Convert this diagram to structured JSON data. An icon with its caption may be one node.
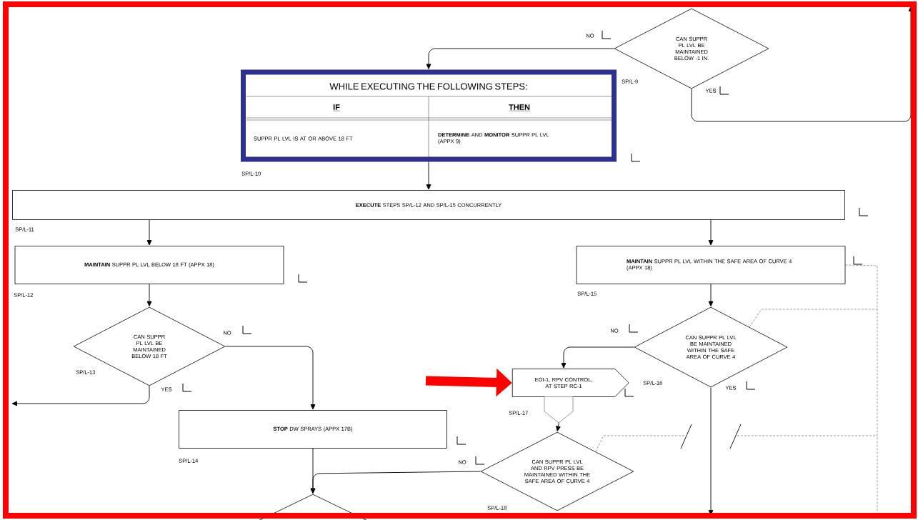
{
  "diagram": {
    "nodes": [
      {
        "text": [
          "CAN SUPPR PL LVL BE MAINTAINED BELOW -1 IN."
        ],
        "beside": [
          "SP/L-9"
        ]
      },
      {
        "text": [
          "WHILE EXECUTING THE FOLLOWING STEPS:",
          "IF",
          "THEN",
          "SUPPR PL LVL IS AT OR ABOVE 18 FT",
          "**DETERMINE** AND **MONITOR** SUPPR PL LVL (APPX 9)"
        ],
        "beside": [
          "SP/L-10"
        ]
      },
      {
        "text": [
          "**EXECUTE** STEPS SP/L-12 AND SP/L-15 CONCURRENTLY"
        ],
        "beside": [
          "SP/L-11"
        ]
      },
      {
        "text": [
          "**MAINTAIN** SUPPR PL LVL BELOW 18 FT (APPX 18)"
        ],
        "beside": [
          "SP/L-12"
        ]
      },
      {
        "text": [
          "CAN SUPPR PL LVL BE MAINTAINED BELOW 18 FT"
        ],
        "beside": [
          "SP/L-13"
        ]
      },
      {
        "text": [
          "**STOP** DW SPRAYS (APPX 17B)"
        ],
        "beside": [
          "SP/L-14"
        ]
      },
      {
        "text": [],
        "shape": "diamond"
      },
      {
        "text": [
          "**MAINTAIN** SUPPR PL LVL WITHIN THE SAFE AREA OF CURVE 4 (APPX 18)"
        ],
        "beside": [
          "SP/L-15"
        ]
      },
      {
        "text": [
          "CAN SUPPR PL LVL BE MAINTAINED WITHIN THE SAFE AREA OF CURVE 4"
        ],
        "beside": [
          "SP/L-16"
        ]
      },
      {
        "text": [
          "EOI-1, RPV CONTROL, AT STEP RC-1"
        ],
        "beside": [
          "SP/L-17"
        ]
      },
      {
        "text": [
          "CAN SUPPR PL LVL AND RPV PRESS BE MAINTAINED WITHIN THE SAFE AREA OF CURVE 4"
        ],
        "beside": [
          "SP/L-18"
        ]
      }
    ],
    "edges": [
      {
        "from": 0,
        "to": 1,
        "arrow": "to",
        "label": "NO"
      },
      {
        "from": 0,
        "to": null,
        "arrow": "to",
        "label": "YES"
      },
      {
        "from": 1,
        "to": 2,
        "arrow": "to"
      },
      {
        "from": 2,
        "to": 3,
        "arrow": "to"
      },
      {
        "from": 2,
        "to": 7,
        "arrow": "to"
      },
      {
        "from": 3,
        "to": 4,
        "arrow": "to"
      },
      {
        "from": 4,
        "to": 5,
        "arrow": "to",
        "label": "NO"
      },
      {
        "from": 4,
        "to": null,
        "arrow": "to",
        "label": "YES"
      },
      {
        "from": 5,
        "to": 6,
        "arrow": "to"
      },
      {
        "from": 10,
        "to": 6,
        "arrow": "to",
        "label": "NO"
      },
      {
        "from": 7,
        "to": 8,
        "arrow": "to"
      },
      {
        "from": 8,
        "to": 9,
        "arrow": "to",
        "label": "NO"
      },
      {
        "from": 9,
        "to": 10,
        "arrow": "to"
      },
      {
        "from": 8,
        "to": null,
        "arrow": "to",
        "label": "YES"
      },
      {
        "from": 7,
        "to": null,
        "arrow": "none",
        "style": "dashed"
      },
      {
        "from": 8,
        "to": null,
        "arrow": "none",
        "style": "dashed"
      },
      {
        "from": 10,
        "to": null,
        "arrow": "none",
        "style": "dashed"
      },
      {
        "from": null,
        "to": 9,
        "arrow": "to",
        "style": "thick",
        "color": "#ff0000"
      }
    ]
  }
}
